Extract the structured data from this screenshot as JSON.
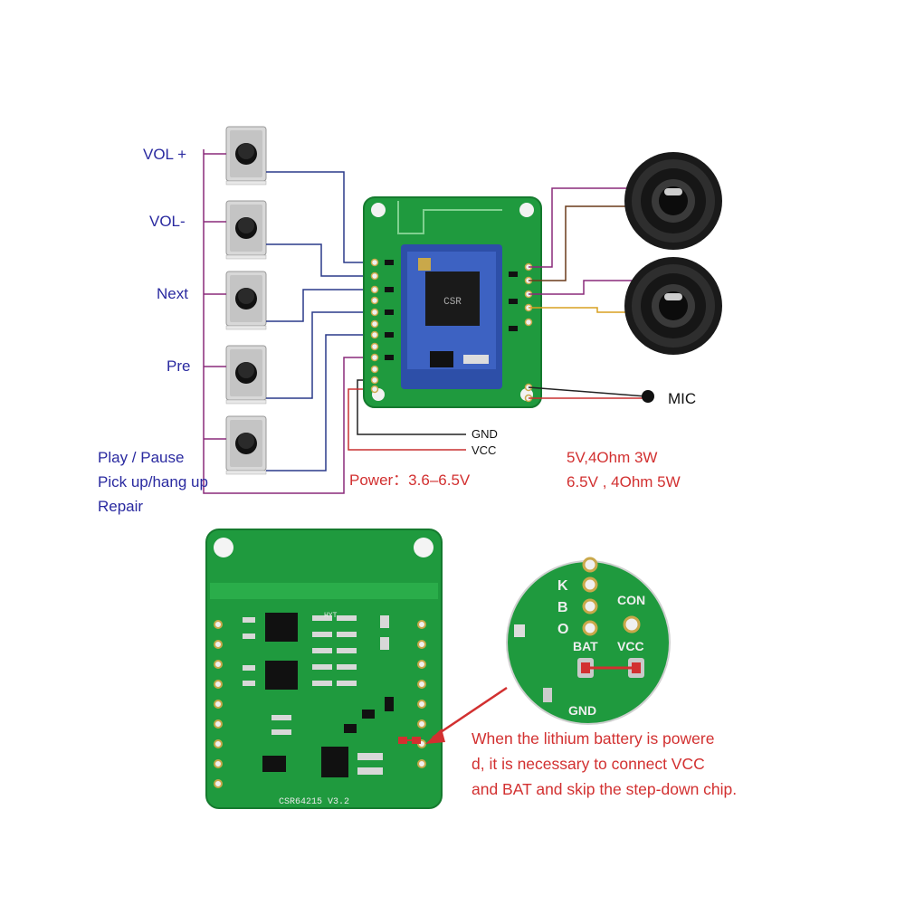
{
  "labels": {
    "vol_plus": "VOL +",
    "vol_minus": "VOL-",
    "next": "Next",
    "pre": "Pre",
    "play_pause_lines": [
      "Play / Pause",
      "Pick up/hang up",
      "Repair"
    ],
    "gnd": "GND",
    "vcc": "VCC",
    "mic": "MIC",
    "power": "Power：3.6–6.5V",
    "speaker_spec_lines": [
      "5V,4Ohm 3W",
      "6.5V , 4Ohm 5W"
    ]
  },
  "board_text": {
    "chip_marking": "CSR",
    "board_model": "CSR64215 V3.2",
    "board_brand": "HYT",
    "pad_bat": "BAT",
    "pad_vcc": "VCC",
    "pad_gnd": "GND",
    "pad_con": "CON",
    "pin_letters": [
      "K",
      "B",
      "O"
    ]
  },
  "note_lines": [
    "When the lithium battery is powere",
    "d, it is necessary to connect VCC",
    "and BAT and skip the step-down chip."
  ],
  "colors": {
    "label_blue": "#2a2aa0",
    "note_red": "#d23030",
    "pcb_green": "#1f9a3e",
    "wire_purple": "#8a2a7a",
    "wire_blue": "#2a3a8a",
    "wire_red": "#c83030"
  }
}
